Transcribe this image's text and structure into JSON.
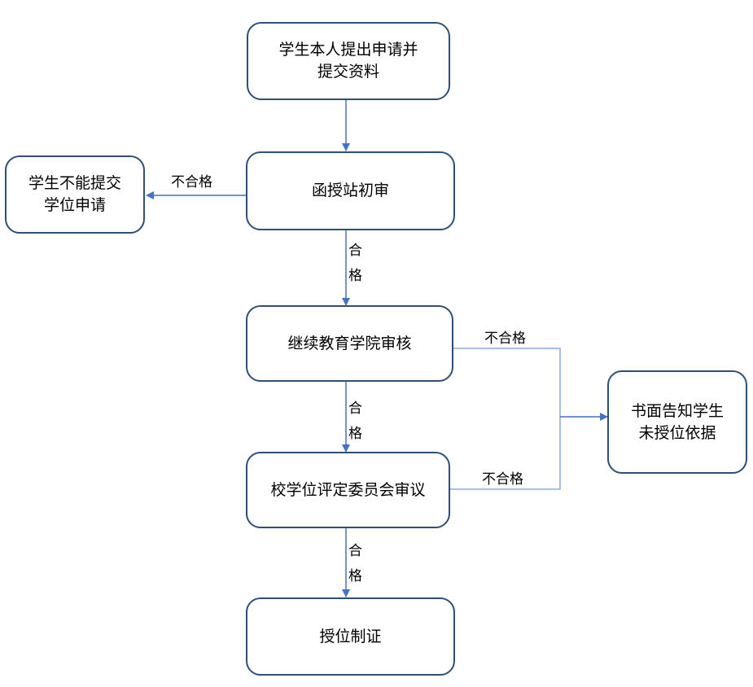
{
  "nodes": {
    "apply": {
      "lines": [
        "学生本人提出申请并",
        "提交资料"
      ]
    },
    "cannot_submit": {
      "lines": [
        "学生不能提交",
        "学位申请"
      ]
    },
    "station_review": {
      "lines": [
        "函授站初审"
      ]
    },
    "college_review": {
      "lines": [
        "继续教育学院审核"
      ]
    },
    "notify": {
      "lines": [
        "书面告知学生",
        "未授位依据"
      ]
    },
    "committee_review": {
      "lines": [
        "校学位评定委员会审议"
      ]
    },
    "award": {
      "lines": [
        "授位制证"
      ]
    }
  },
  "edges": {
    "station_fail": "不合格",
    "station_pass": "合格",
    "college_fail": "不合格",
    "college_pass": "合格",
    "committee_fail": "不合格",
    "committee_pass": "合格"
  },
  "colors": {
    "box_border": "#2f4f74",
    "arrow": "#4472c4",
    "line": "#8eaadb"
  }
}
